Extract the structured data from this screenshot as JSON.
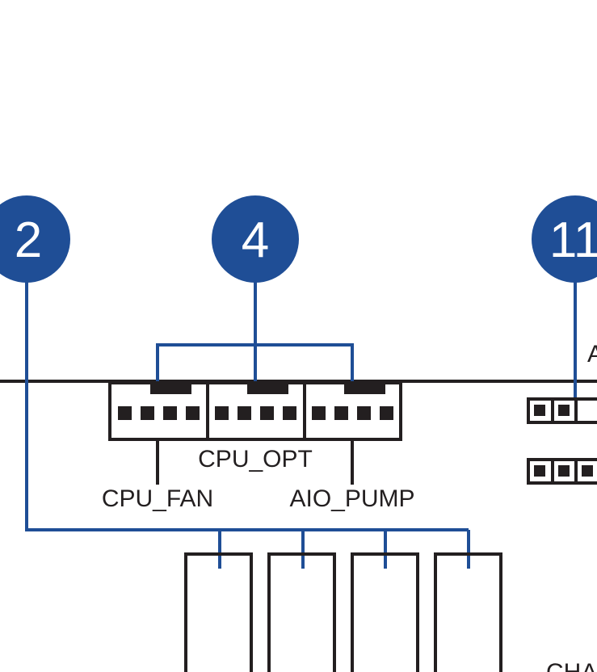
{
  "colors": {
    "callout": "#1f4e96",
    "outline": "#231f20",
    "background": "#ffffff"
  },
  "callouts": [
    {
      "number": "2"
    },
    {
      "number": "4"
    },
    {
      "number": "11"
    }
  ],
  "labels": {
    "cpu_opt": "CPU_OPT",
    "cpu_fan": "CPU_FAN",
    "aio_pump": "AIO_PUMP",
    "partial_right_top": "A",
    "partial_bottom_right": "CHA"
  }
}
